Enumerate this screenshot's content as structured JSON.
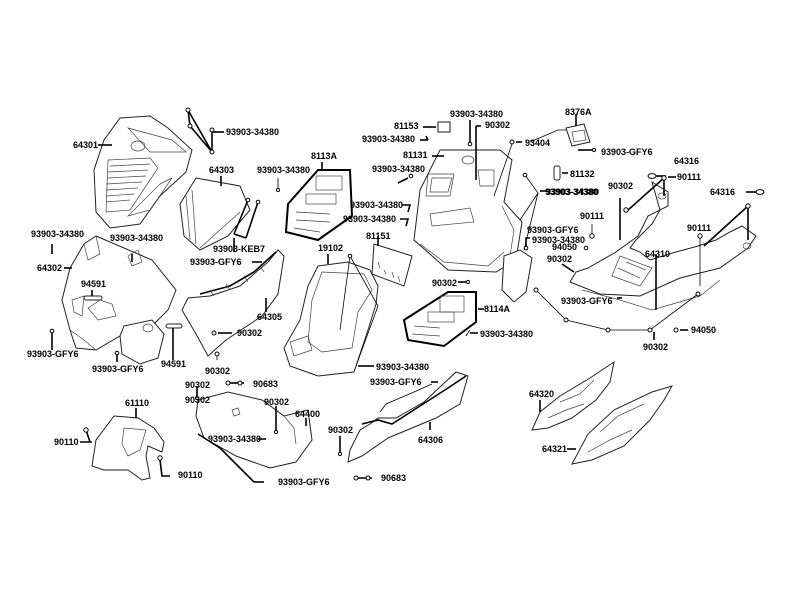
{
  "diagram": {
    "title": "Body cover parts exploded view",
    "labels": [
      {
        "id": "l1",
        "text": "93903-34380"
      },
      {
        "id": "l2",
        "text": "64301"
      },
      {
        "id": "l3",
        "text": "64303"
      },
      {
        "id": "l4",
        "text": "93903-34380"
      },
      {
        "id": "l5",
        "text": "8113A"
      },
      {
        "id": "l6",
        "text": "93903-34380"
      },
      {
        "id": "l7",
        "text": "93903-34380"
      },
      {
        "id": "l8",
        "text": "64302"
      },
      {
        "id": "l9",
        "text": "94591"
      },
      {
        "id": "l10",
        "text": "93903-GFY6"
      },
      {
        "id": "l11",
        "text": "93903-GFY6"
      },
      {
        "id": "l12",
        "text": "94591"
      },
      {
        "id": "l13",
        "text": "93903-KEB7"
      },
      {
        "id": "l14",
        "text": "93903-GFY6"
      },
      {
        "id": "l15",
        "text": "64305"
      },
      {
        "id": "l16",
        "text": "90302"
      },
      {
        "id": "l17",
        "text": "90302"
      },
      {
        "id": "l18",
        "text": "19102"
      },
      {
        "id": "l19",
        "text": "81151"
      },
      {
        "id": "l20",
        "text": "93903-34380"
      },
      {
        "id": "l21",
        "text": "93903-34380"
      },
      {
        "id": "l22",
        "text": "90302"
      },
      {
        "id": "l23",
        "text": "81153"
      },
      {
        "id": "l24",
        "text": "93903-34380"
      },
      {
        "id": "l25",
        "text": "81131"
      },
      {
        "id": "l26",
        "text": "93903-34380"
      },
      {
        "id": "l27",
        "text": "93903-34380"
      },
      {
        "id": "l28",
        "text": "93903-34380"
      },
      {
        "id": "l29",
        "text": "93404"
      },
      {
        "id": "l30",
        "text": "8376A"
      },
      {
        "id": "l31",
        "text": "93903-GFY6"
      },
      {
        "id": "l32",
        "text": "81132"
      },
      {
        "id": "l33",
        "text": "93903-34380"
      },
      {
        "id": "l34",
        "text": "93903-GFY6"
      },
      {
        "id": "l35",
        "text": "93903-34380"
      },
      {
        "id": "l36",
        "text": "90302"
      },
      {
        "id": "l37",
        "text": "8114A"
      },
      {
        "id": "l38",
        "text": "93903-34380"
      },
      {
        "id": "l39",
        "text": "93903-34380"
      },
      {
        "id": "l40",
        "text": "64316"
      },
      {
        "id": "l41",
        "text": "90111"
      },
      {
        "id": "l42",
        "text": "90302"
      },
      {
        "id": "l43",
        "text": "64316"
      },
      {
        "id": "l44",
        "text": "90111"
      },
      {
        "id": "l45",
        "text": "90111"
      },
      {
        "id": "l46",
        "text": "94050"
      },
      {
        "id": "l47",
        "text": "90302"
      },
      {
        "id": "l48",
        "text": "64310"
      },
      {
        "id": "l49",
        "text": "93903-GFY6"
      },
      {
        "id": "l50",
        "text": "94050"
      },
      {
        "id": "l51",
        "text": "90302"
      },
      {
        "id": "l52",
        "text": "90302"
      },
      {
        "id": "l53",
        "text": "90683"
      },
      {
        "id": "l54",
        "text": "90302"
      },
      {
        "id": "l55",
        "text": "61110"
      },
      {
        "id": "l56",
        "text": "90110"
      },
      {
        "id": "l57",
        "text": "90110"
      },
      {
        "id": "l58",
        "text": "90302"
      },
      {
        "id": "l59",
        "text": "64400"
      },
      {
        "id": "l60",
        "text": "93903-34380"
      },
      {
        "id": "l61",
        "text": "93903-GFY6"
      },
      {
        "id": "l62",
        "text": "93903-GFY6"
      },
      {
        "id": "l63",
        "text": "90302"
      },
      {
        "id": "l64",
        "text": "64306"
      },
      {
        "id": "l65",
        "text": "90683"
      },
      {
        "id": "l66",
        "text": "64320"
      },
      {
        "id": "l67",
        "text": "64321"
      }
    ]
  }
}
